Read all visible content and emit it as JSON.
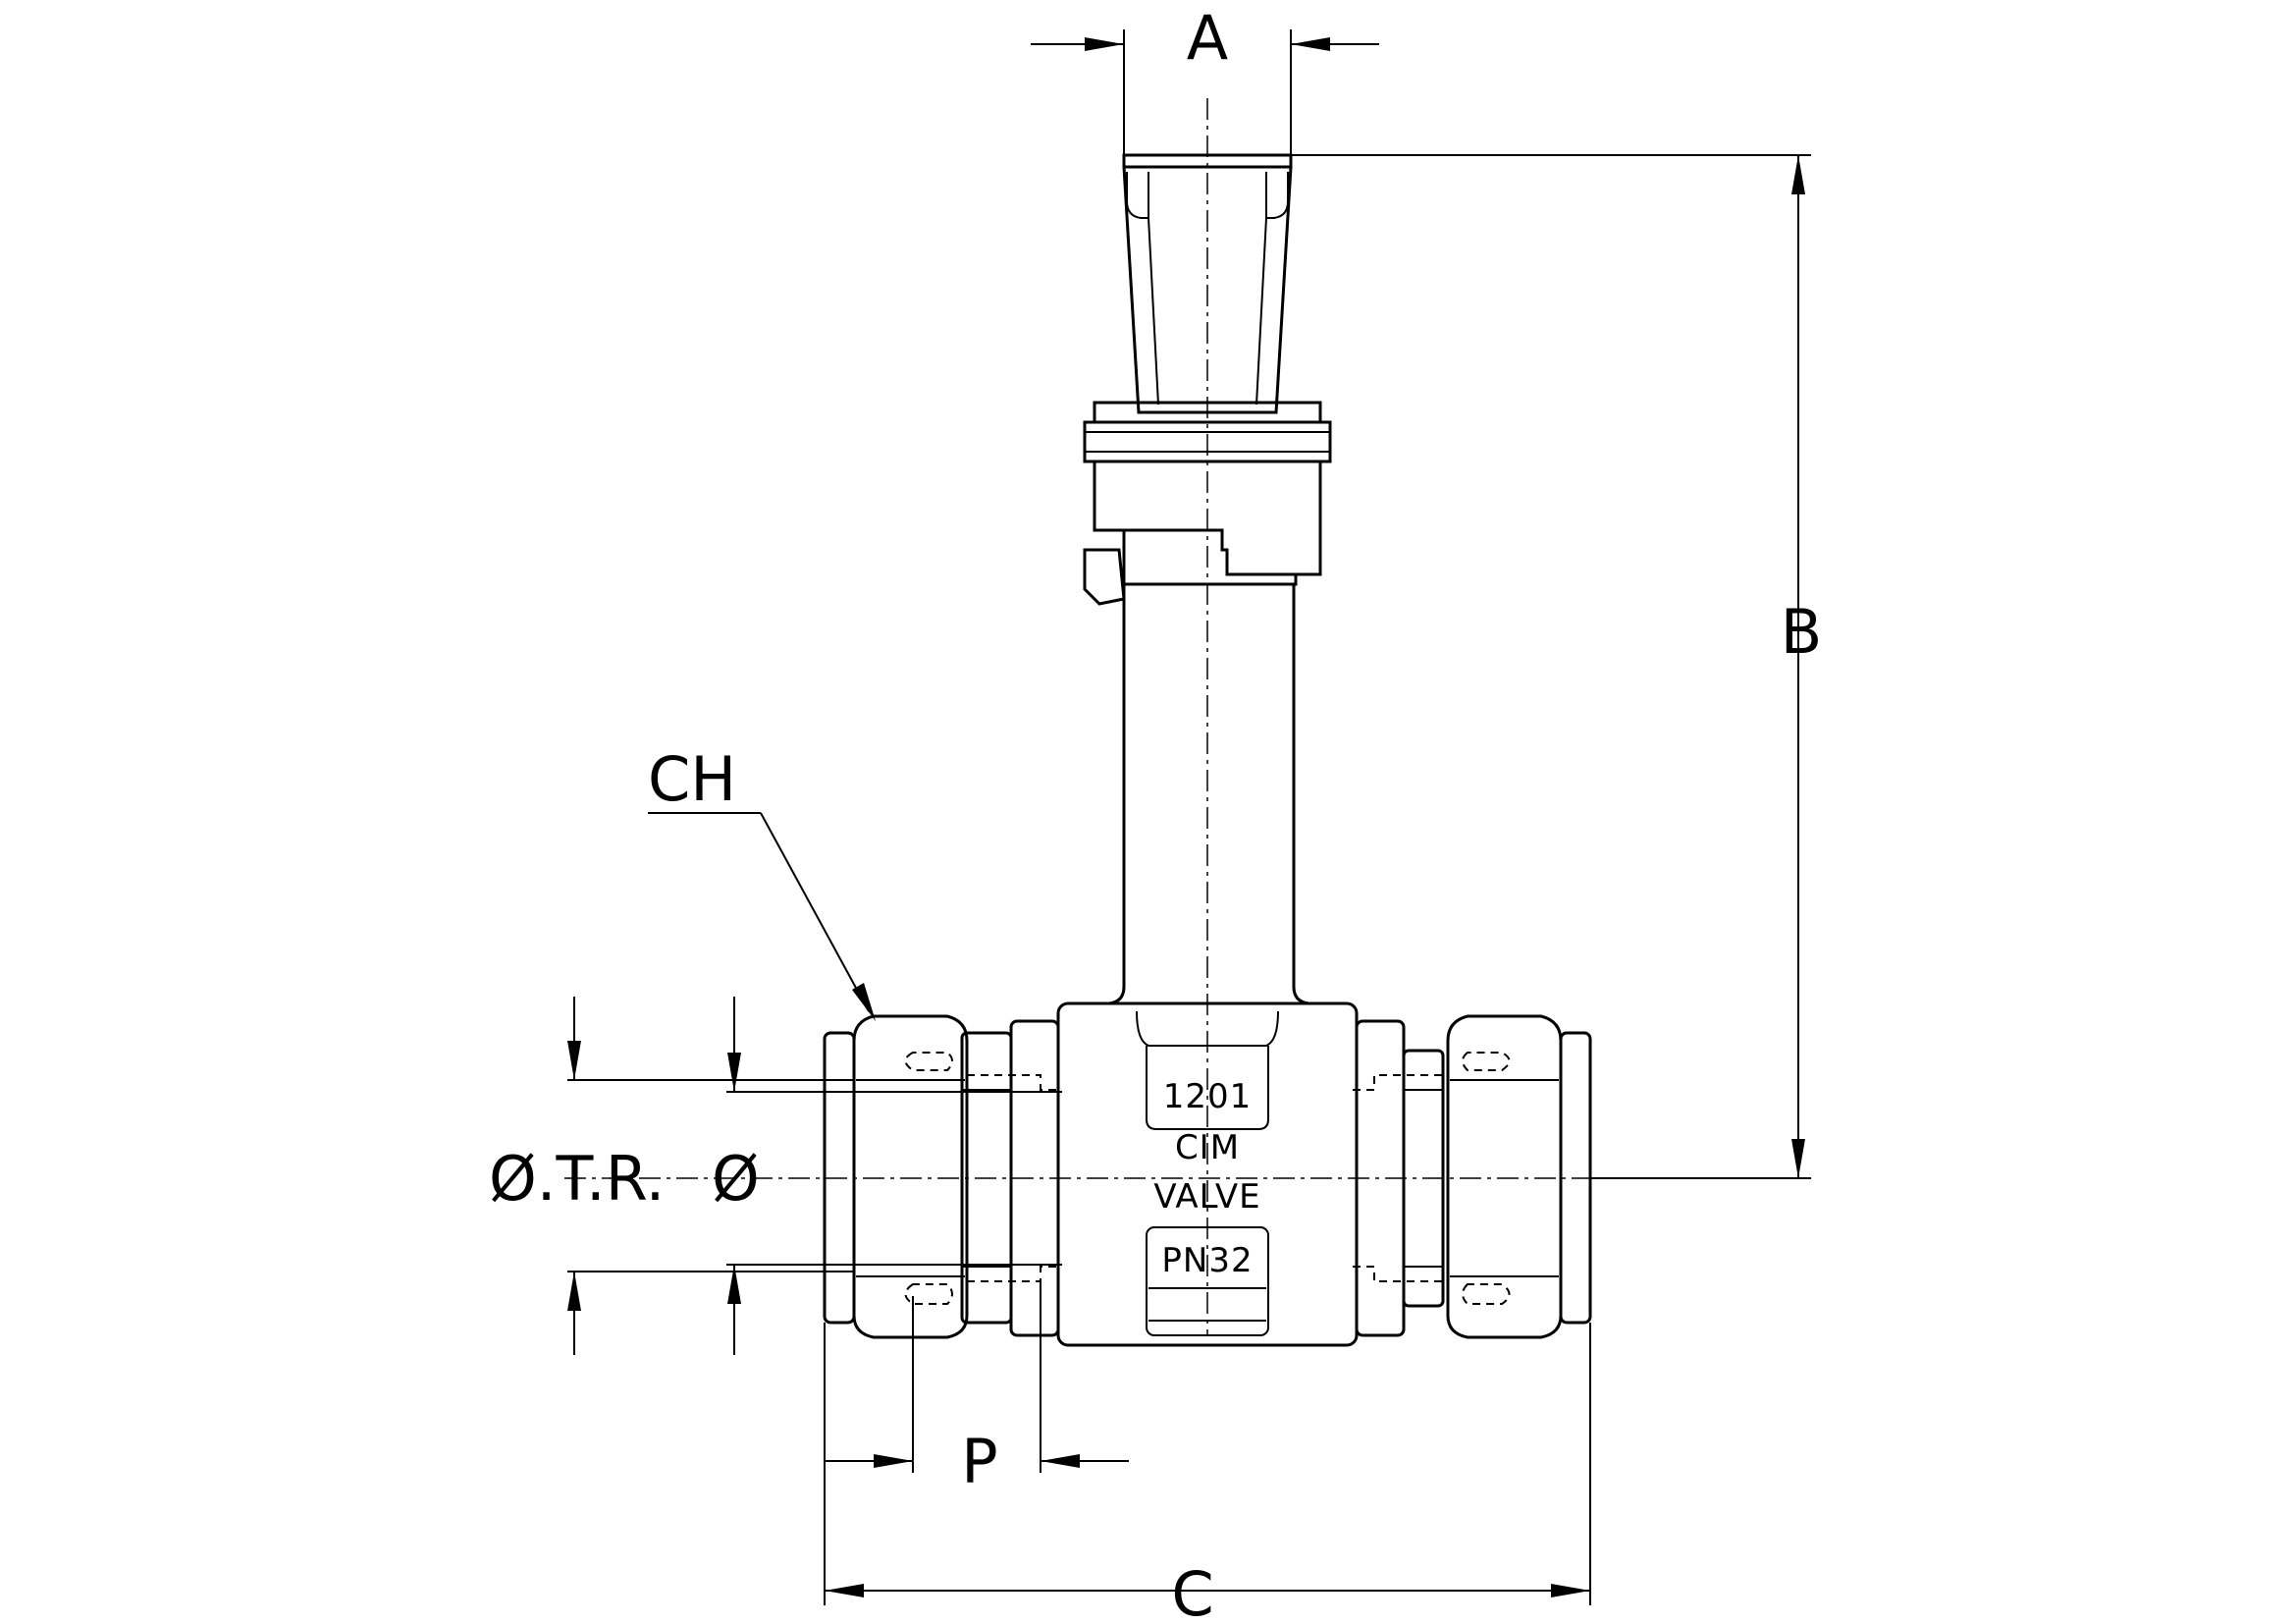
{
  "dimensions": {
    "A": "A",
    "B": "B",
    "C": "C",
    "P": "P",
    "CH": "CH",
    "otr": "Ø.T.R.",
    "diameter": "Ø"
  },
  "body_markings": {
    "model": "1201",
    "brand": "CIM",
    "type": "VALVE",
    "pressure": "PN32"
  }
}
